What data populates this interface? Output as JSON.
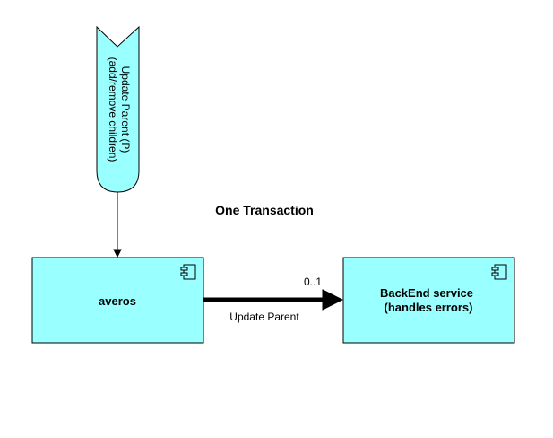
{
  "diagram": {
    "event": {
      "line1": "Update Parent (P)",
      "line2": "(add/remove children)"
    },
    "title": "One Transaction",
    "components": [
      {
        "label": "averos",
        "icon": "component-icon"
      },
      {
        "label_line1": "BackEnd service",
        "label_line2": "(handles errors)",
        "icon": "component-icon"
      }
    ],
    "connection": {
      "label": "Update Parent",
      "multiplicity": "0..1"
    },
    "colors": {
      "fill": "#99ffff",
      "stroke": "#000000",
      "background": "#ffffff"
    }
  }
}
